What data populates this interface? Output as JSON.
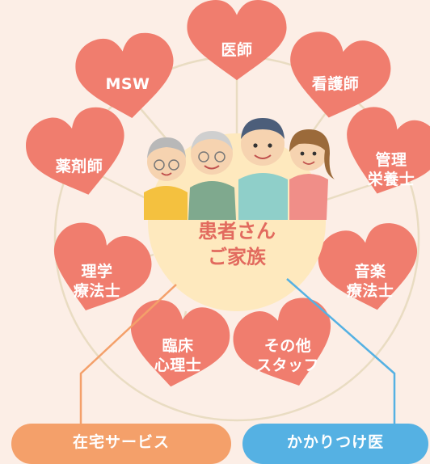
{
  "center": {
    "label": "患者さん\nご家族"
  },
  "roles": [
    {
      "id": "doctor",
      "label": "医師"
    },
    {
      "id": "nurse",
      "label": "看護師"
    },
    {
      "id": "dietitian",
      "label": "管理\n栄養士"
    },
    {
      "id": "music-therapist",
      "label": "音楽\n療法士"
    },
    {
      "id": "other-staff",
      "label": "その他\nスタッフ"
    },
    {
      "id": "clinical-psychologist",
      "label": "臨床\n心理士"
    },
    {
      "id": "physical-therapist",
      "label": "理学\n療法士"
    },
    {
      "id": "pharmacist",
      "label": "薬剤師"
    },
    {
      "id": "msw",
      "label": "MSW"
    }
  ],
  "bottom": {
    "home_service": "在宅サービス",
    "family_doctor": "かかりつけ医"
  },
  "colors": {
    "background": "#FCEEE6",
    "heart": "#F07D6E",
    "center": "#FEE9BE",
    "center_text": "#E26A5E",
    "home_service": "#F4A06A",
    "family_doctor": "#55B1E3"
  }
}
